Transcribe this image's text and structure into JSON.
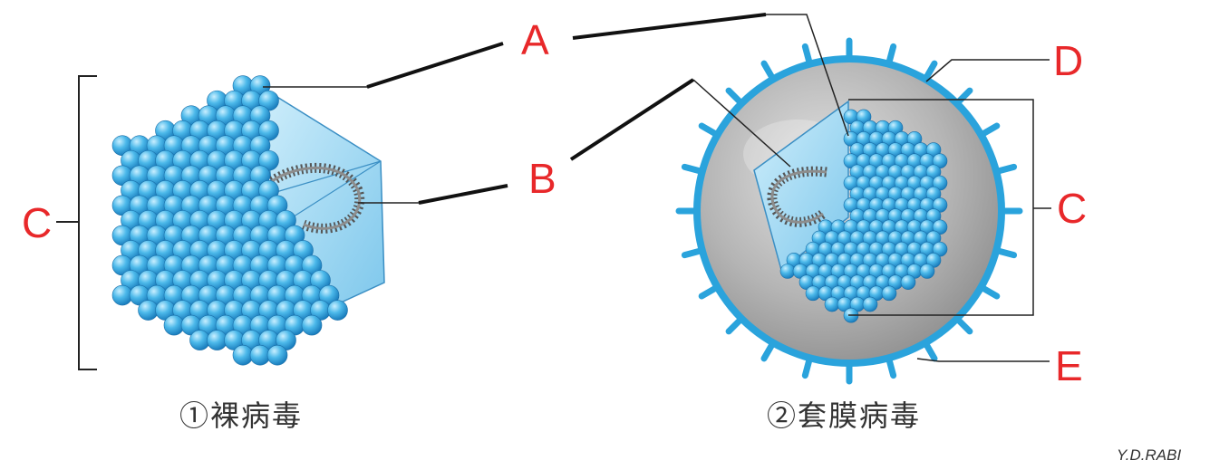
{
  "labels": {
    "A": "A",
    "B": "B",
    "C_left": "C",
    "C_right": "C",
    "D": "D",
    "E": "E"
  },
  "captions": {
    "naked": "①裸病毒",
    "enveloped": "②套膜病毒"
  },
  "signature": "Y.D.RABI",
  "colors": {
    "label_red": "#e8282a",
    "capsomere_blue": "#2aa3dc",
    "envelope_gray": "#a8a8a8",
    "leader_line": "#222222"
  }
}
